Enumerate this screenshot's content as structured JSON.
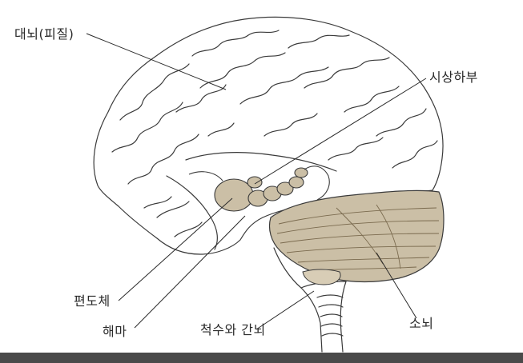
{
  "labels": {
    "cerebrum": "대뇌(피질)",
    "hypothalamus": "시상하부",
    "amygdala": "편도체",
    "hippocampus": "해마",
    "spinal_cord": "척수와 간뇌",
    "cerebellum": "소뇌"
  },
  "colors": {
    "outline": "#3a3a3a",
    "fill_tan": "#cbbfa6",
    "fill_tan_dark": "#b9aa8a",
    "background": "#ffffff",
    "bottom_bar": "#4a4a4a"
  }
}
